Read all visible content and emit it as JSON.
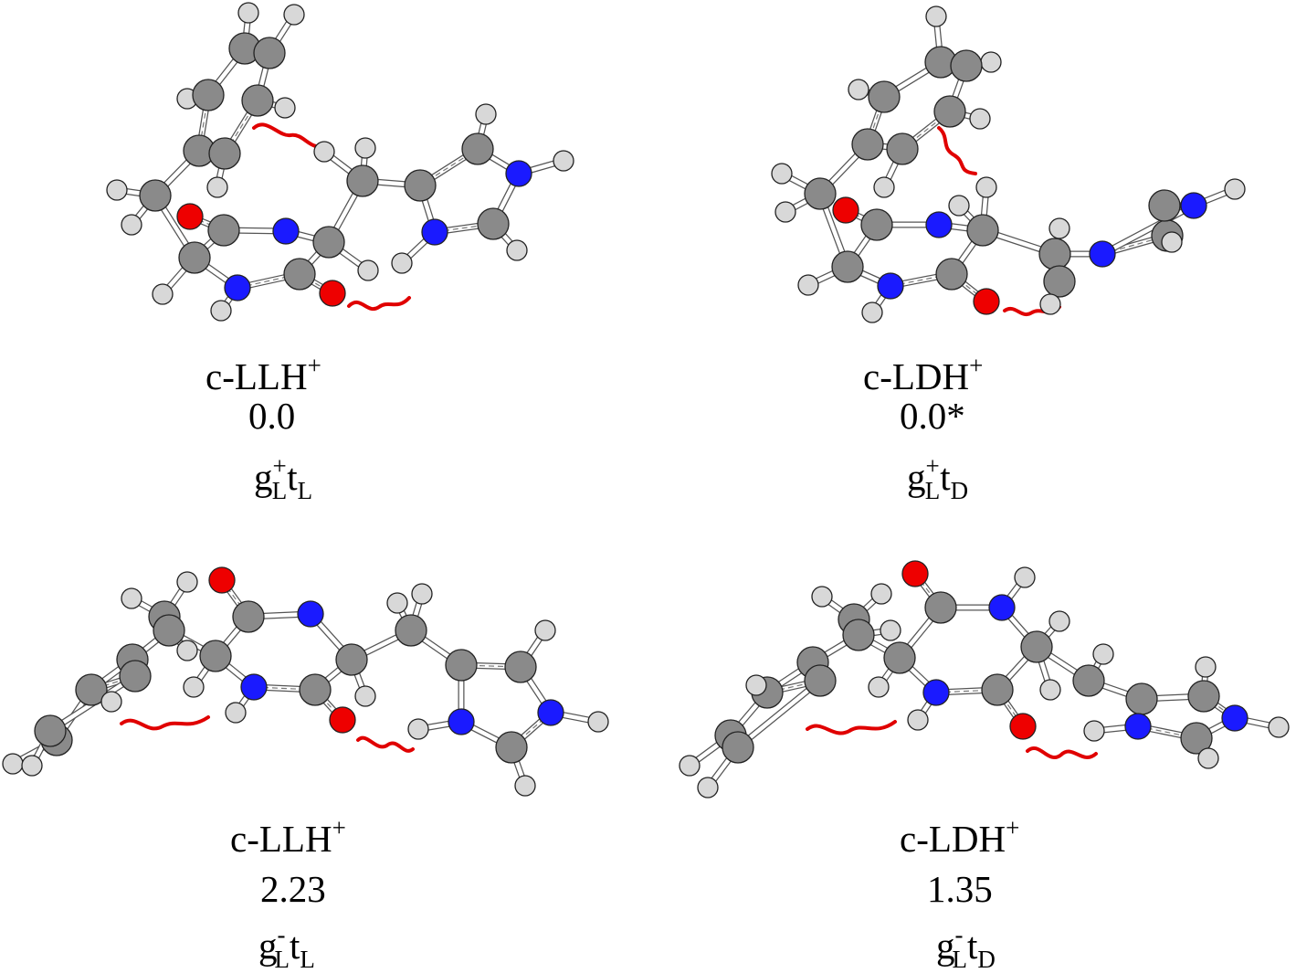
{
  "panels": [
    {
      "id": "top-left",
      "name": "c-LLH",
      "charge": "+",
      "energy": "0.0",
      "conformer": {
        "g_sign": "+",
        "g_sub": "L",
        "t_sub": "L"
      }
    },
    {
      "id": "top-right",
      "name": "c-LDH",
      "charge": "+",
      "energy": "0.0*",
      "conformer": {
        "g_sign": "+",
        "g_sub": "L",
        "t_sub": "D"
      }
    },
    {
      "id": "bottom-left",
      "name": "c-LLH",
      "charge": "+",
      "energy": "2.23",
      "conformer": {
        "g_sign": "-",
        "g_sub": "L",
        "t_sub": "L"
      }
    },
    {
      "id": "bottom-right",
      "name": "c-LDH",
      "charge": "+",
      "energy": "1.35",
      "conformer": {
        "g_sign": "-",
        "g_sub": "L",
        "t_sub": "D"
      }
    }
  ],
  "atom_colors": {
    "carbon": "#8a8a8a",
    "hydrogen": "#d8d8d8",
    "nitrogen": "#1a1aff",
    "oxygen": "#ee0000",
    "interaction": "#e00000"
  }
}
